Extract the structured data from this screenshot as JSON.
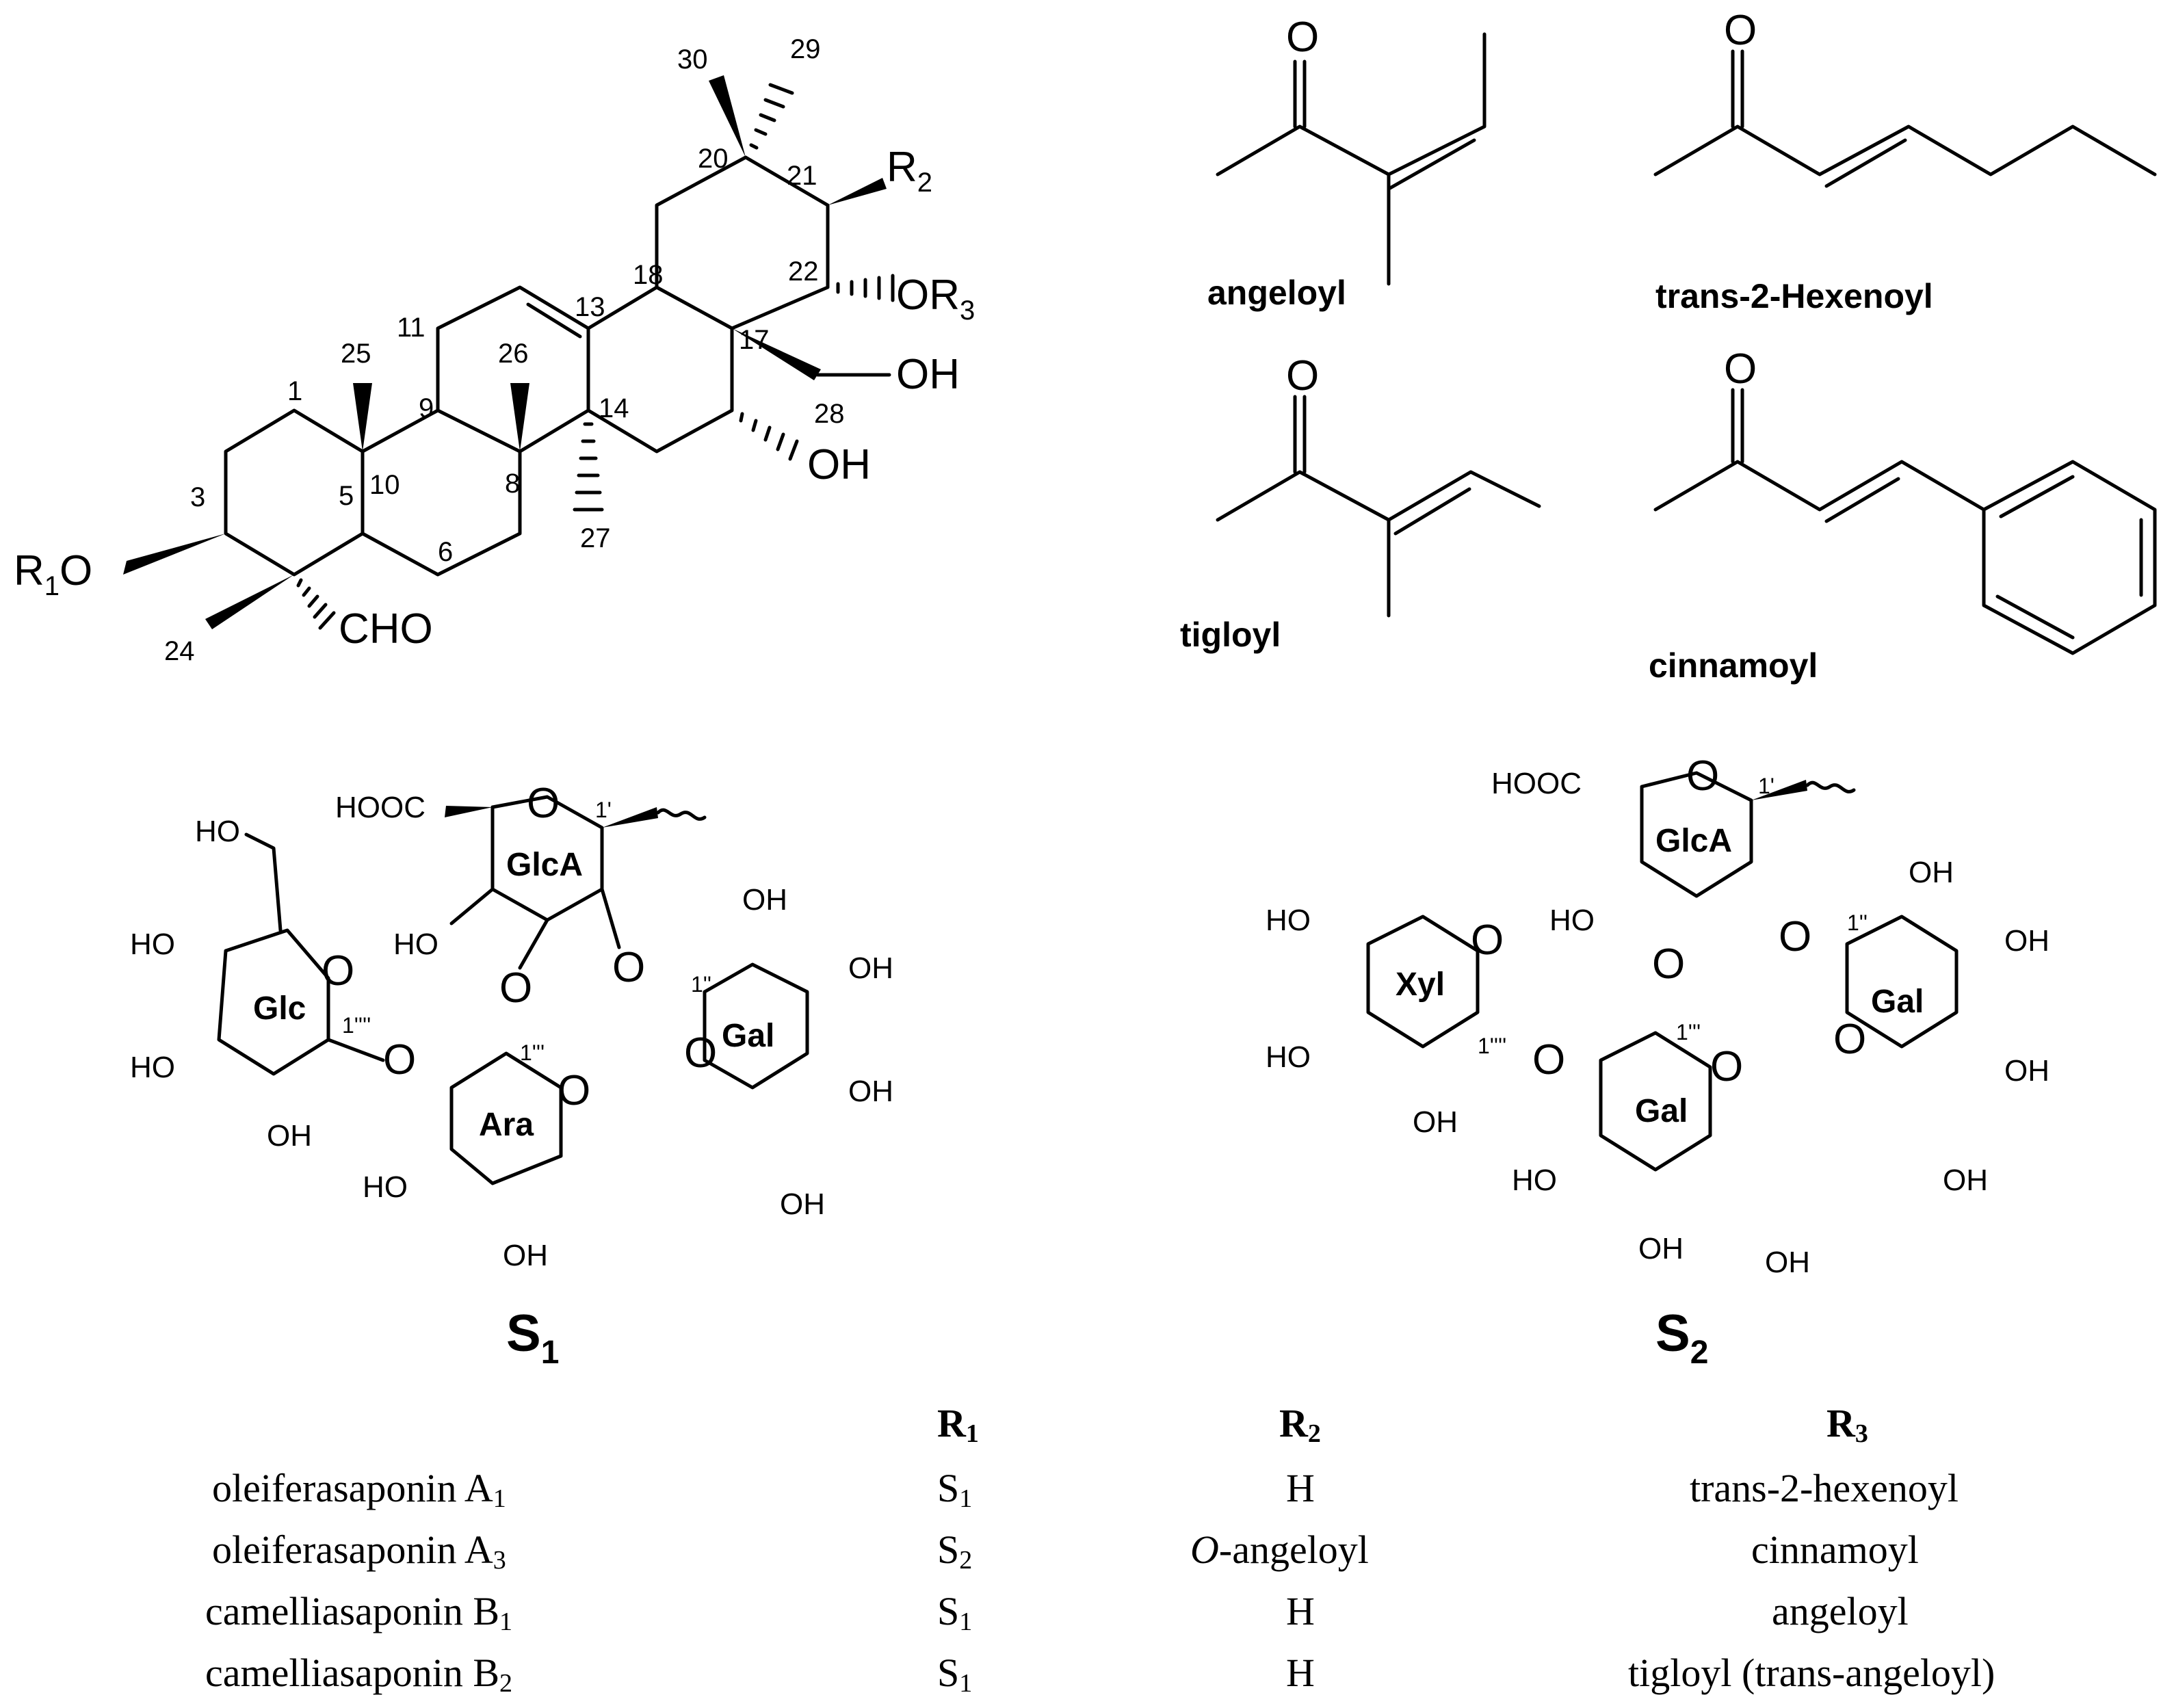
{
  "aglycone": {
    "substituents": {
      "r1o": "R",
      "r1o_sub": "1",
      "r1o_tail": "O",
      "r2": "R",
      "r2_sub": "2",
      "or3": "OR",
      "or3_sub": "3",
      "cho": "CHO",
      "oh_28": "OH",
      "oh_16": "OH"
    },
    "positions": [
      "1",
      "3",
      "5",
      "6",
      "8",
      "9",
      "10",
      "11",
      "13",
      "14",
      "17",
      "18",
      "20",
      "21",
      "22",
      "24",
      "25",
      "26",
      "27",
      "28",
      "29",
      "30"
    ]
  },
  "acyl_groups": {
    "angeloyl": "angeloyl",
    "hexenoyl": "trans-2-Hexenoyl",
    "tigloyl": "tigloyl",
    "cinnamoyl": "cinnamoyl",
    "oxygen": "O"
  },
  "sugar_s1": {
    "label": "S",
    "label_sub": "1",
    "rings": {
      "glca": "GlcA",
      "glc": "Glc",
      "ara": "Ara",
      "gal": "Gal"
    },
    "hooc": "HOOC",
    "anomeric": {
      "glca": "1'",
      "ara": "1'''",
      "gal": "1''",
      "glc": "1''''"
    },
    "o": "O",
    "ho": "HO",
    "oh": "OH"
  },
  "sugar_s2": {
    "label": "S",
    "label_sub": "2",
    "rings": {
      "glca": "GlcA",
      "xyl": "Xyl",
      "gal_inner": "Gal",
      "gal_outer": "Gal"
    },
    "hooc": "HOOC",
    "anomeric": {
      "glca": "1'",
      "gal_inner": "1'''",
      "gal_outer": "1''",
      "xyl": "1''''"
    },
    "o": "O",
    "ho": "HO",
    "oh": "OH"
  },
  "table": {
    "headers": [
      {
        "letter": "R",
        "sub": "1"
      },
      {
        "letter": "R",
        "sub": "2"
      },
      {
        "letter": "R",
        "sub": "3"
      }
    ],
    "rows": [
      {
        "name": "oleiferasaponin A",
        "name_sub": "1",
        "r1": "S",
        "r1_sub": "1",
        "r2_italic": "",
        "r2": "H",
        "r3": "trans-2-hexenoyl"
      },
      {
        "name": "oleiferasaponin A",
        "name_sub": "3",
        "r1": "S",
        "r1_sub": "2",
        "r2_italic": "O",
        "r2": "-angeloyl",
        "r3": "cinnamoyl"
      },
      {
        "name": "camelliasaponin B",
        "name_sub": "1",
        "r1": "S",
        "r1_sub": "1",
        "r2_italic": "",
        "r2": "H",
        "r3": "angeloyl"
      },
      {
        "name": "camelliasaponin B",
        "name_sub": "2",
        "r1": "S",
        "r1_sub": "1",
        "r2_italic": "",
        "r2": "H",
        "r3": "tigloyl (trans-angeloyl)"
      }
    ]
  }
}
